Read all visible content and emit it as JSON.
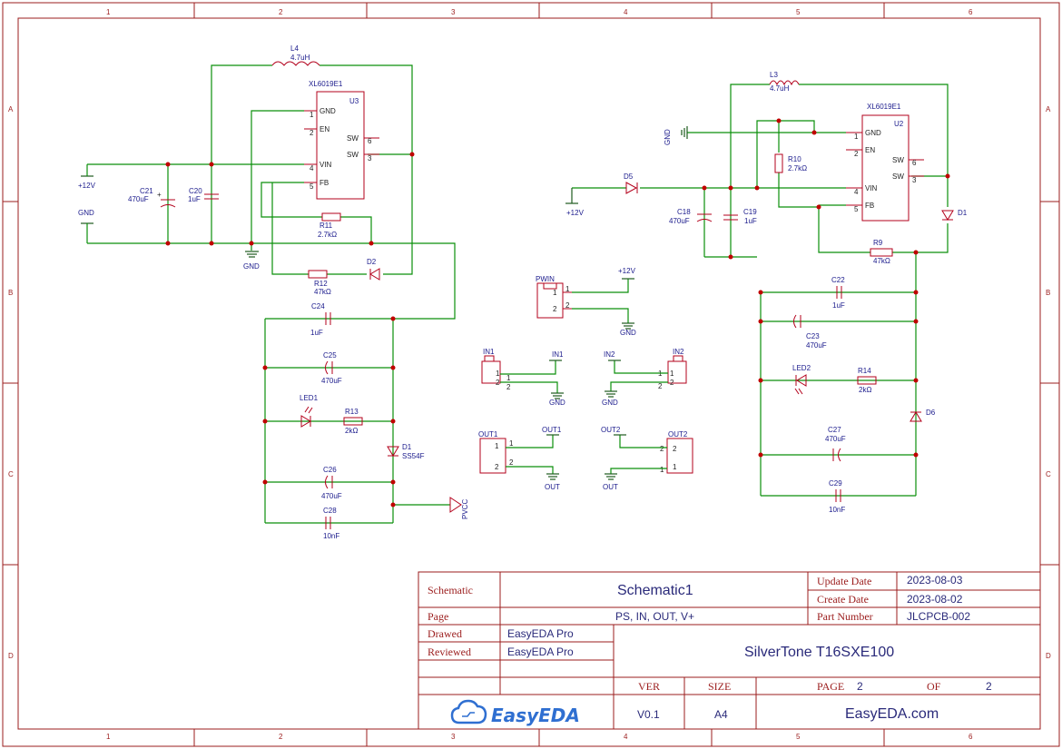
{
  "frame": {
    "columns": [
      "1",
      "2",
      "3",
      "4",
      "5",
      "6"
    ],
    "rows": [
      "A",
      "B",
      "C",
      "D"
    ]
  },
  "components": {
    "u3": {
      "ref": "U3",
      "value": "XL6019E1",
      "pins": [
        "GND",
        "EN",
        "VIN",
        "FB",
        "SW",
        "SW"
      ],
      "pin_numbers": [
        "1",
        "2",
        "4",
        "5",
        "6",
        "3"
      ]
    },
    "u2": {
      "ref": "U2",
      "value": "XL6019E1",
      "pins": [
        "GND",
        "EN",
        "VIN",
        "FB",
        "SW",
        "SW"
      ],
      "pin_numbers": [
        "1",
        "2",
        "4",
        "5",
        "6",
        "3"
      ]
    },
    "l4": {
      "ref": "L4",
      "value": "4.7uH"
    },
    "l3": {
      "ref": "L3",
      "value": "4.7uH"
    },
    "c21": {
      "ref": "C21",
      "value": "470uF"
    },
    "c20": {
      "ref": "C20",
      "value": "1uF"
    },
    "r11": {
      "ref": "R11",
      "value": "2.7kΩ"
    },
    "r12": {
      "ref": "R12",
      "value": "47kΩ"
    },
    "d2": {
      "ref": "D2"
    },
    "c24": {
      "ref": "C24",
      "value": "1uF"
    },
    "c25": {
      "ref": "C25",
      "value": "470uF"
    },
    "led1": {
      "ref": "LED1"
    },
    "r13": {
      "ref": "R13",
      "value": "2kΩ"
    },
    "d1a": {
      "ref": "D1",
      "value": "SS54F"
    },
    "c26": {
      "ref": "C26",
      "value": "470uF"
    },
    "c28": {
      "ref": "C28",
      "value": "10nF"
    },
    "d5": {
      "ref": "D5"
    },
    "c18": {
      "ref": "C18",
      "value": "470uF"
    },
    "c19": {
      "ref": "C19",
      "value": "1uF"
    },
    "r10": {
      "ref": "R10",
      "value": "2.7kΩ"
    },
    "d1b": {
      "ref": "D1"
    },
    "r9": {
      "ref": "R9",
      "value": "47kΩ"
    },
    "c22": {
      "ref": "C22",
      "value": "1uF"
    },
    "c23": {
      "ref": "C23",
      "value": "470uF"
    },
    "led2": {
      "ref": "LED2"
    },
    "r14": {
      "ref": "R14",
      "value": "2kΩ"
    },
    "d6": {
      "ref": "D6"
    },
    "c27": {
      "ref": "C27",
      "value": "470uF"
    },
    "c29": {
      "ref": "C29",
      "value": "10nF"
    },
    "pwin": {
      "ref": "PWIN"
    },
    "in1": {
      "ref": "IN1"
    },
    "in2": {
      "ref": "IN2"
    },
    "out1": {
      "ref": "OUT1"
    },
    "out2": {
      "ref": "OUT2"
    }
  },
  "nets": {
    "p12v": "+12V",
    "gnd": "GND",
    "in1": "IN1",
    "in2": "IN2",
    "out1": "OUT1",
    "out2": "OUT2",
    "out": "OUT",
    "pvcc": "PVCC"
  },
  "pin_numbers": {
    "one": "1",
    "two": "2"
  },
  "title_block": {
    "schematic_label": "Schematic",
    "schematic_value": "Schematic1",
    "page_label": "Page",
    "page_value": "PS, IN, OUT, V+",
    "update_date_label": "Update Date",
    "update_date_value": "2023-08-03",
    "create_date_label": "Create Date",
    "create_date_value": "2023-08-02",
    "part_number_label": "Part Number",
    "part_number_value": "JLCPCB-002",
    "drawed_label": "Drawed",
    "drawed_value": "EasyEDA Pro",
    "reviewed_label": "Reviewed",
    "reviewed_value": "EasyEDA Pro",
    "project_title": "SilverTone T16SXE100",
    "ver_label": "VER",
    "ver_value": "V0.1",
    "size_label": "SIZE",
    "size_value": "A4",
    "page_num_label": "PAGE",
    "page_num_value": "2",
    "of_label": "OF",
    "of_value": "2",
    "site": "EasyEDA.com",
    "logo_text": "EasyEDA"
  },
  "colors": {
    "frame": "#9b1c1c",
    "wire": "#0a8f0a",
    "component": "#b3001b",
    "junction": "#c00000",
    "text": "#1a1a8c",
    "logo": "#2f6fd1"
  }
}
